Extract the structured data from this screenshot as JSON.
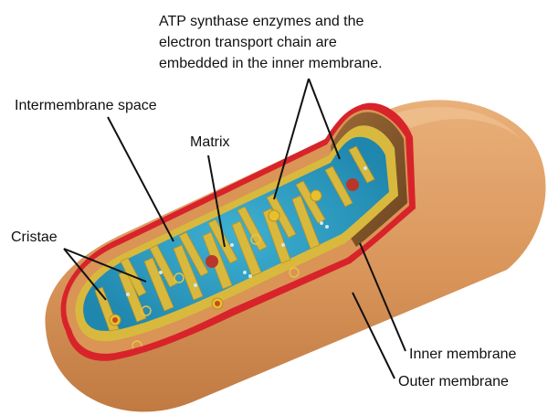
{
  "labels": {
    "atp_note": [
      "ATP synthase enzymes and the",
      "electron transport chain are",
      "embedded in the inner membrane."
    ],
    "intermembrane_space": "Intermembrane space",
    "matrix": "Matrix",
    "cristae": "Cristae",
    "inner_membrane": "Inner membrane",
    "outer_membrane": "Outer membrane"
  },
  "colors": {
    "outer_body": "#d9955a",
    "outer_highlight": "#ebb47f",
    "outer_membrane_line": "#d8232a",
    "inner_membrane": "#d6b53c",
    "matrix": "#2f9ec2",
    "matrix_dark": "#1f7fa3",
    "cavity": "#8a5a2a"
  }
}
